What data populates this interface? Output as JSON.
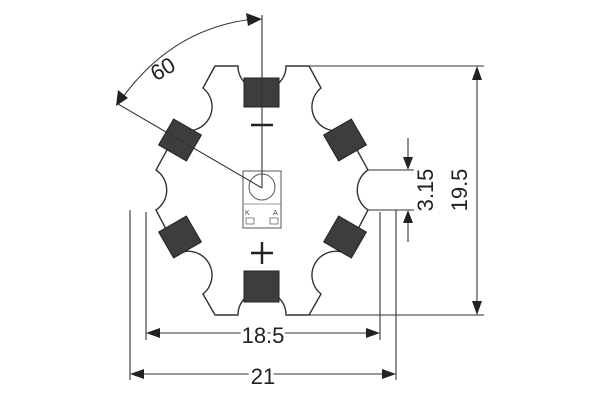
{
  "diagram": {
    "angle_label": "60",
    "height_label": "19.5",
    "gap_label": "3.15",
    "inner_width_label": "18.5",
    "outer_width_label": "21",
    "minus_sign": "−",
    "plus_sign": "+",
    "cathode_label": "K",
    "anode_label": "A"
  },
  "colors": {
    "pad": "#3d3d3d",
    "line": "#333333",
    "background": "#ffffff"
  }
}
